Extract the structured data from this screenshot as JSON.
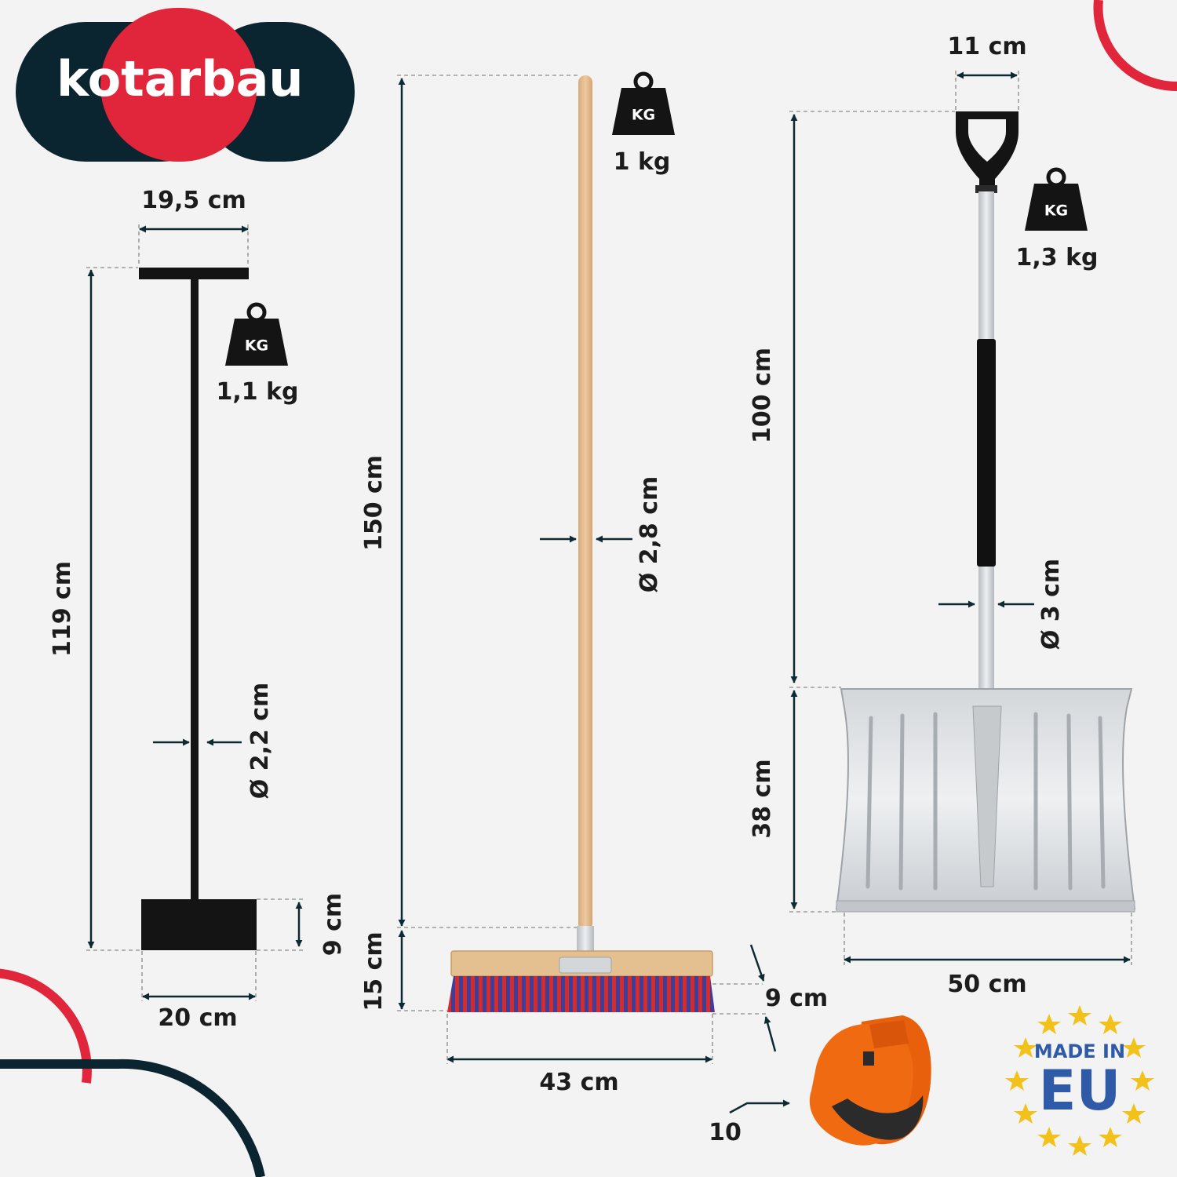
{
  "brand": {
    "name": "kotarbau"
  },
  "weight_badge": {
    "unit_label": "KG"
  },
  "scraper": {
    "top_width": "19,5 cm",
    "height": "119 cm",
    "weight": "1,1 kg",
    "shaft_diameter": "Ø 2,2 cm",
    "blade_height": "9 cm",
    "blade_width": "20 cm"
  },
  "broom": {
    "handle_length": "150 cm",
    "weight": "1 kg",
    "handle_diameter": "Ø 2,8 cm",
    "head_height": "15 cm",
    "bristle_length": "9 cm",
    "head_width": "43 cm"
  },
  "shovel": {
    "grip_width": "11 cm",
    "weight": "1,3 kg",
    "shaft_length": "100 cm",
    "shaft_diameter": "Ø 3 cm",
    "blade_height": "38 cm",
    "blade_width": "50 cm"
  },
  "gloves": {
    "quantity": "10"
  },
  "origin_badge": {
    "line1": "MADE IN",
    "line2": "EU"
  },
  "colors": {
    "brand_dark": "#0b2530",
    "brand_red": "#e1253a",
    "dimension_line": "#0d2a33",
    "wood": "#e2bb8c",
    "bristle_red": "#d72a2a",
    "bristle_blue": "#3b3f9a",
    "glove_orange": "#f06a12",
    "eu_blue": "#2e5aa8",
    "eu_star": "#f2c21a"
  }
}
